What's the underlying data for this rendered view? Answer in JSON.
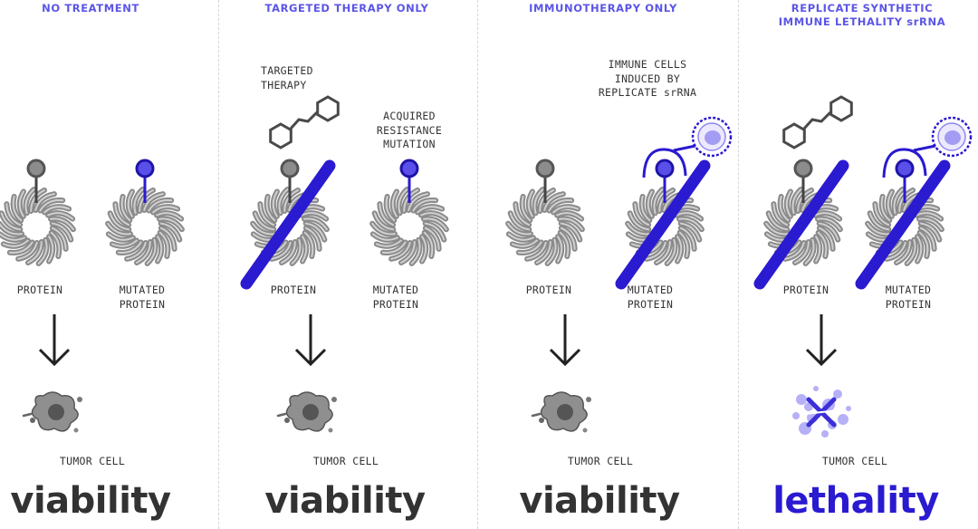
{
  "colors": {
    "title": "#5b55e6",
    "block": "#2a1ad0",
    "mutated_accent": "#5a4fe8",
    "protein_grey": "#8c8c8c",
    "text": "#333333"
  },
  "panels": [
    {
      "title": "NO TREATMENT",
      "protein_label": "PROTEIN",
      "mutated_label": "MUTATED\nPROTEIN",
      "cell_label": "TUMOR CELL",
      "outcome": "viability"
    },
    {
      "title": "TARGETED THERAPY ONLY",
      "drug_label": "TARGETED\nTHERAPY",
      "resistance_label": "ACQUIRED\nRESISTANCE\nMUTATION",
      "protein_label": "PROTEIN",
      "mutated_label": "MUTATED\nPROTEIN",
      "cell_label": "TUMOR CELL",
      "outcome": "viability"
    },
    {
      "title": "IMMUNOTHERAPY ONLY",
      "immune_label": "IMMUNE CELLS\nINDUCED BY\nREPLICATE srRNA",
      "protein_label": "PROTEIN",
      "mutated_label": "MUTATED\nPROTEIN",
      "cell_label": "TUMOR CELL",
      "outcome": "viability"
    },
    {
      "title": "REPLICATE SYNTHETIC\nIMMUNE LETHALITY srRNA",
      "protein_label": "PROTEIN",
      "mutated_label": "MUTATED\nPROTEIN",
      "cell_label": "TUMOR CELL",
      "outcome": "lethality"
    }
  ]
}
